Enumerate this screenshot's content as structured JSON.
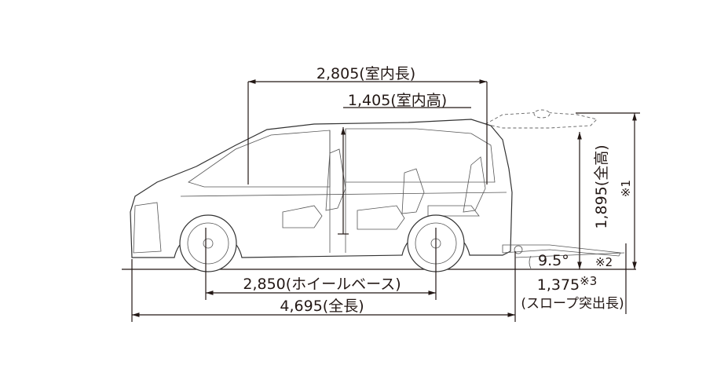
{
  "dimensions": {
    "interior_length": "2,805(室内長)",
    "interior_height": "1,405(室内高)",
    "wheelbase": "2,850(ホイールベース)",
    "overall_length": "4,695(全長)",
    "overall_height": "1,895(全高)",
    "note1": "※1",
    "ramp_angle": "9.5°",
    "note2": "※2",
    "ramp_length": "1,375",
    "note3": "※3",
    "ramp_length_label": "(スロープ突出長)"
  }
}
